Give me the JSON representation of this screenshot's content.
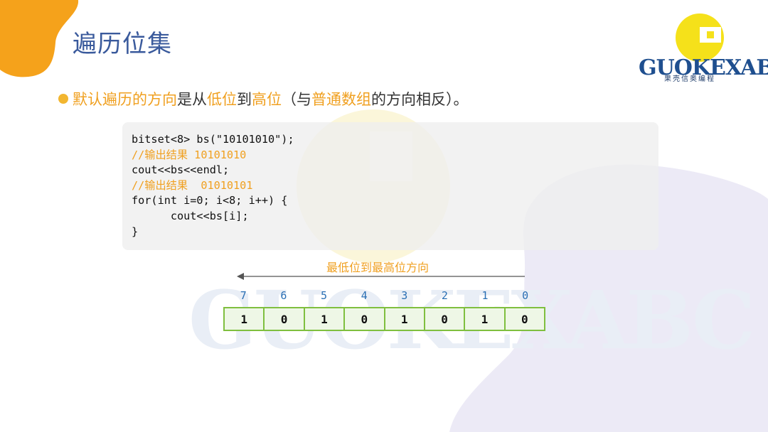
{
  "slide": {
    "title": "遍历位集",
    "bullet": {
      "segments": [
        {
          "text": "默认遍历的方向",
          "highlight": true
        },
        {
          "text": "是从",
          "highlight": false
        },
        {
          "text": "低位",
          "highlight": true
        },
        {
          "text": "到",
          "highlight": false
        },
        {
          "text": "高位",
          "highlight": true
        },
        {
          "text": "（与",
          "highlight": false
        },
        {
          "text": "普通数组",
          "highlight": true
        },
        {
          "text": "的方向相反）。",
          "highlight": false
        }
      ]
    },
    "code": {
      "lines": [
        {
          "text": "bitset<8> bs(\"10101010\");",
          "comment": false
        },
        {
          "text": "//输出结果 10101010",
          "comment": true
        },
        {
          "text": "cout<<bs<<endl;",
          "comment": false
        },
        {
          "text": "//输出结果  01010101",
          "comment": true
        },
        {
          "text": "for(int i=0; i<8; i++) {",
          "comment": false
        },
        {
          "text": "      cout<<bs[i];",
          "comment": false
        },
        {
          "text": "}",
          "comment": false
        }
      ]
    },
    "diagram": {
      "arrow_label": "最低位到最高位方向",
      "indices": [
        "7",
        "6",
        "5",
        "4",
        "3",
        "2",
        "1",
        "0"
      ],
      "bits": [
        "1",
        "0",
        "1",
        "0",
        "1",
        "0",
        "1",
        "0"
      ]
    },
    "logo": {
      "text": "GUOKEXABC",
      "subtitle": "果壳信奥编程"
    },
    "colors": {
      "title": "#3a5a9c",
      "accent": "#f0a020",
      "bullet_dot": "#f2b630",
      "cell_border": "#7fbf3f",
      "index": "#2a6fb4",
      "logo_yellow": "#f5e11a",
      "logo_blue": "#1f4f8f"
    }
  }
}
